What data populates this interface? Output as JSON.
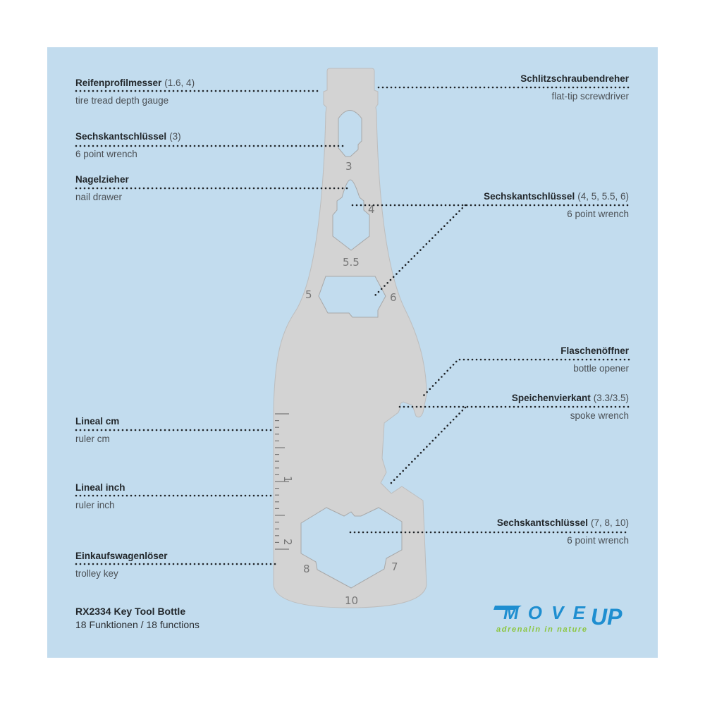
{
  "labels_left": [
    {
      "title": "Reifenprofilmesser",
      "params": "(1.6, 4)",
      "sub": "tire tread depth gauge"
    },
    {
      "title": "Sechskantschlüssel",
      "params": "(3)",
      "sub": "6 point wrench"
    },
    {
      "title": "Nagelzieher",
      "params": "",
      "sub": "nail drawer"
    },
    {
      "title": "Lineal cm",
      "params": "",
      "sub": "ruler cm"
    },
    {
      "title": "Lineal inch",
      "params": "",
      "sub": "ruler inch"
    },
    {
      "title": "Einkaufswagenlöser",
      "params": "",
      "sub": "trolley key"
    }
  ],
  "labels_right": [
    {
      "title": "Schlitzschraubendreher",
      "params": "",
      "sub": "flat-tip screwdriver"
    },
    {
      "title": "Sechskantschlüssel",
      "params": "(4, 5, 5.5, 6)",
      "sub": "6 point wrench"
    },
    {
      "title": "Flaschenöffner",
      "params": "",
      "sub": "bottle opener"
    },
    {
      "title": "Speichenvierkant",
      "params": "(3.3/3.5)",
      "sub": "spoke wrench"
    },
    {
      "title": "Sechskantschlüssel",
      "params": "(7, 8, 10)",
      "sub": "6 point wrench"
    }
  ],
  "tool_numbers": {
    "n3": "3",
    "n4": "4",
    "n55": "5.5",
    "n5": "5",
    "n6": "6",
    "n7": "7",
    "n8": "8",
    "n10": "10",
    "r1": "1",
    "r2": "2"
  },
  "footer": {
    "title": "RX2334 Key Tool Bottle",
    "subtitle": "18 Funktionen / 18 functions"
  },
  "logo": {
    "brand_a": "MOVE",
    "brand_b": "UP",
    "tagline": "adrenalin in nature"
  },
  "colors": {
    "background": "#c2dcee",
    "tool": "#d3d3d3",
    "logo_blue": "#1e8ed0",
    "logo_green": "#8cc63f"
  }
}
